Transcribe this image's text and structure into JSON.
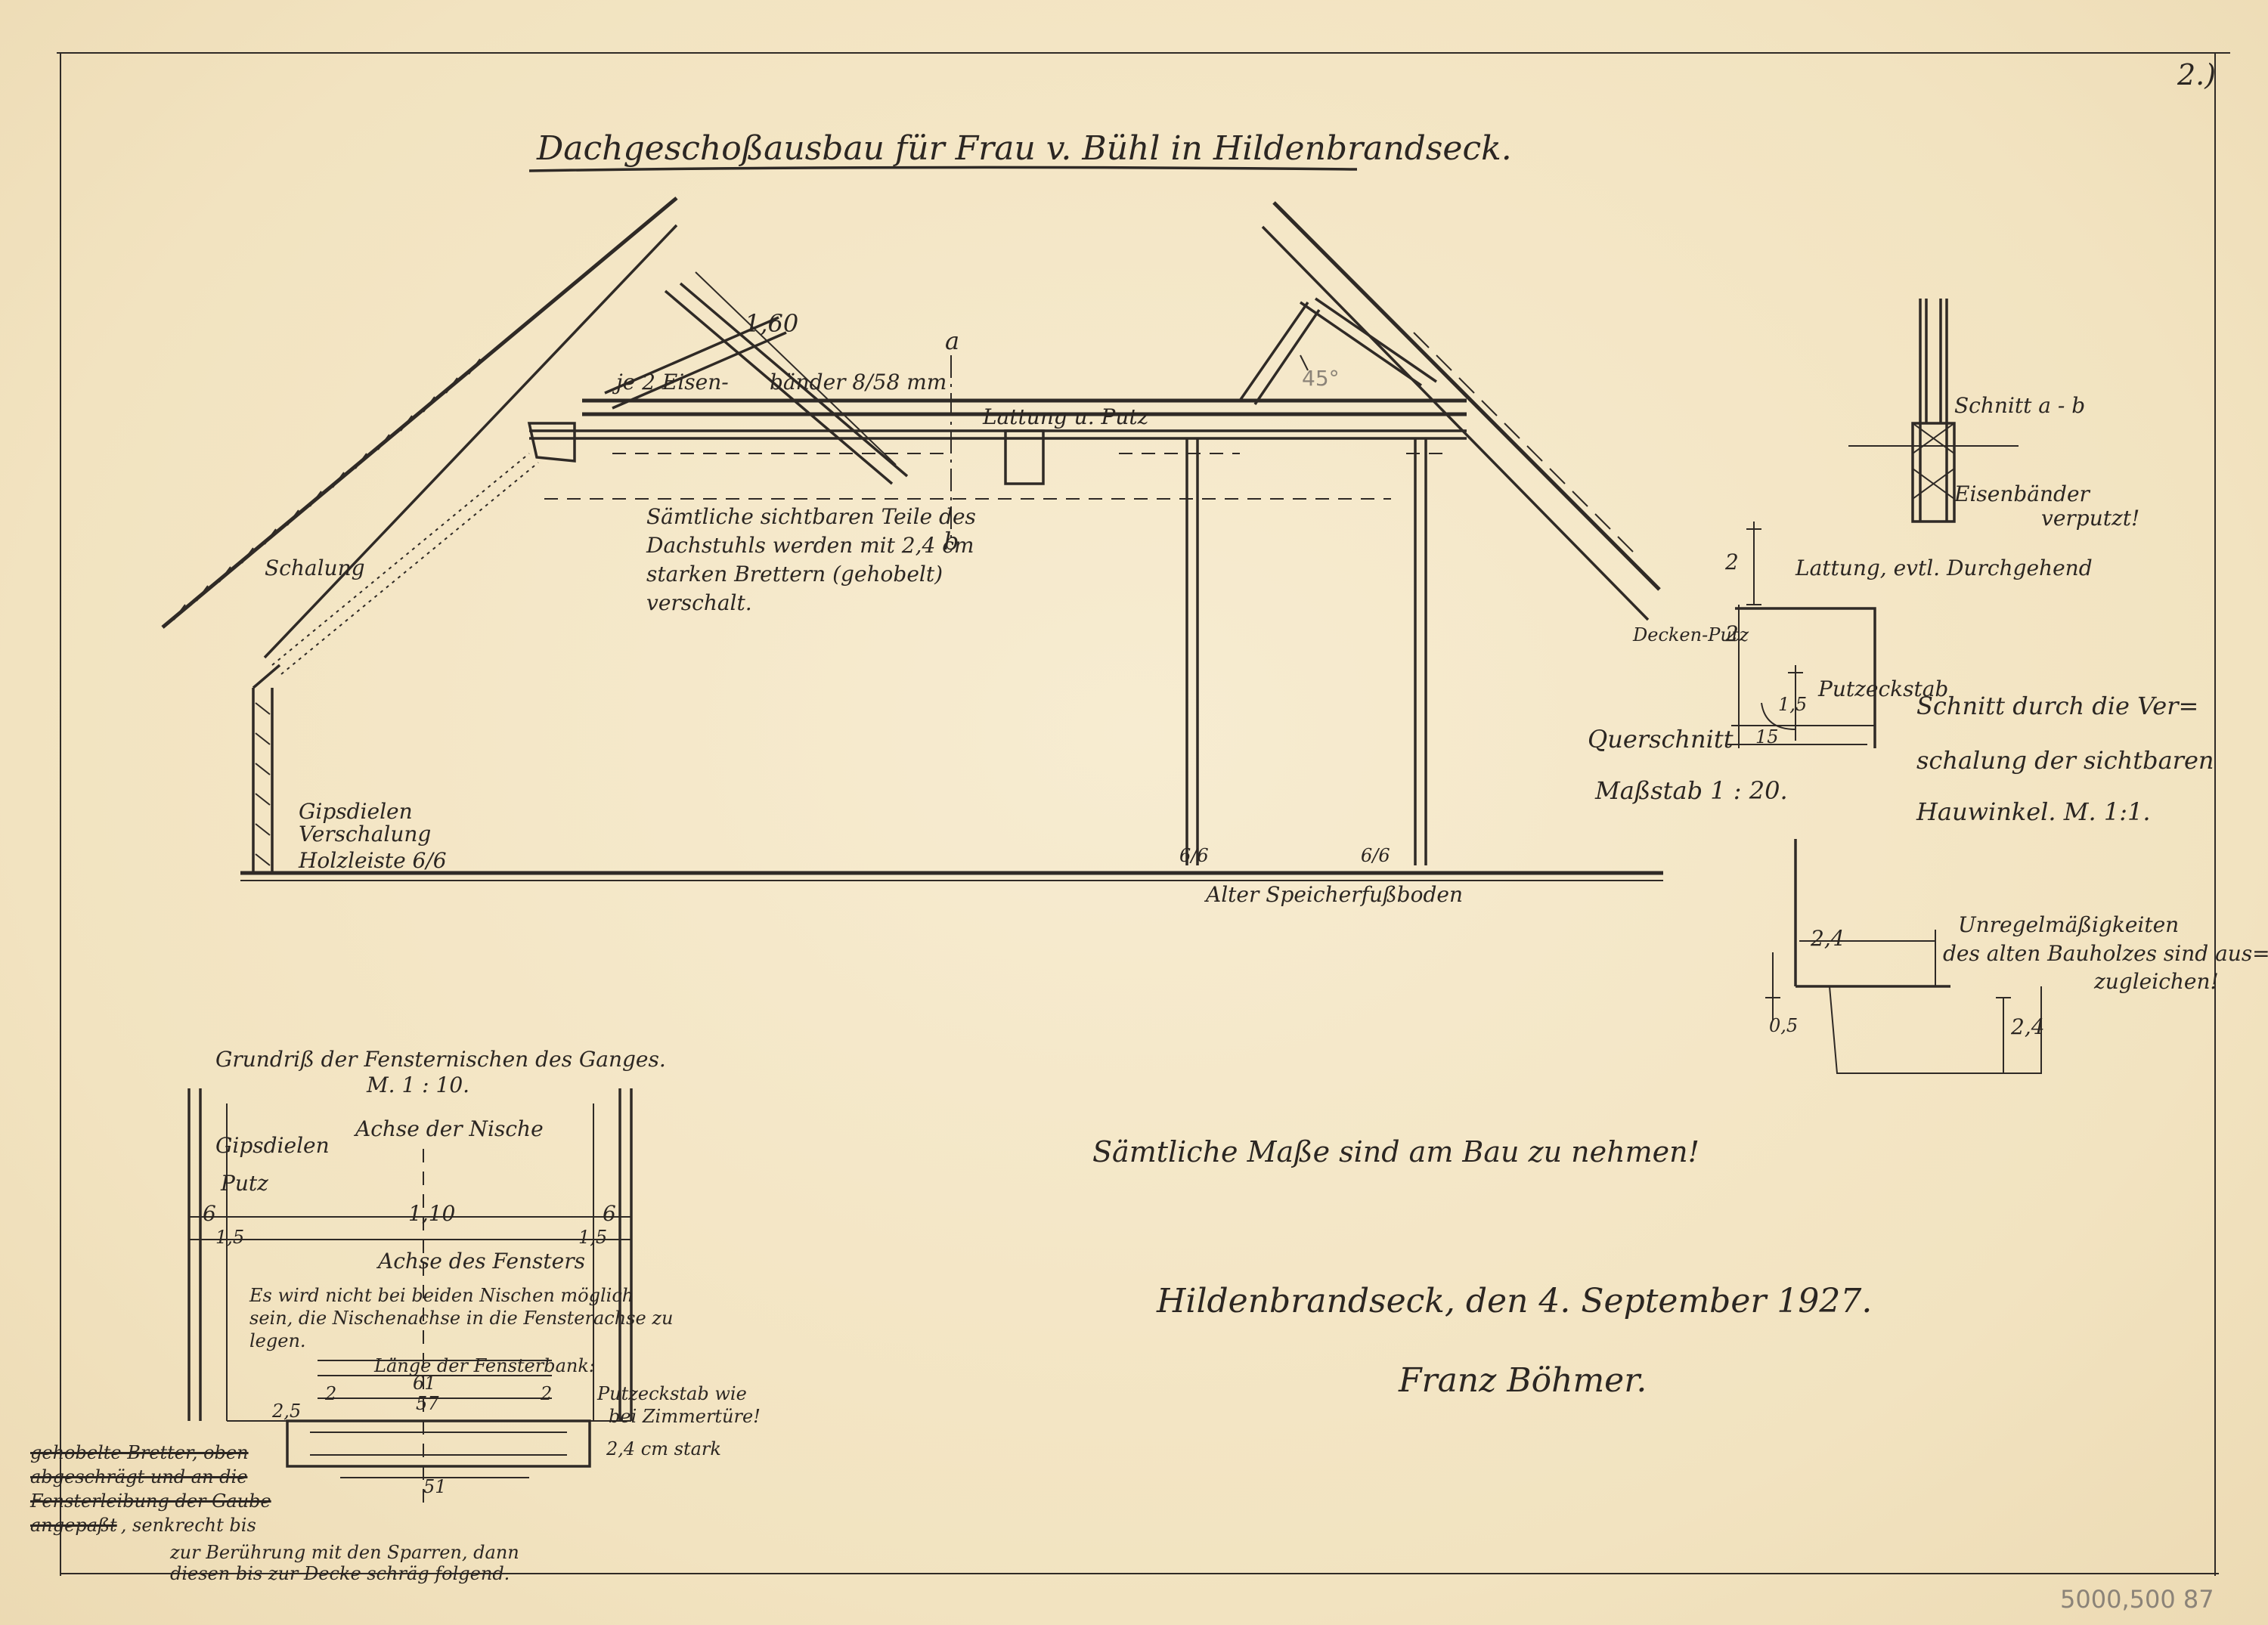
{
  "sheet_number": "2.)",
  "title": "Dachgeschoßausbau für Frau v. Bühl in Hildenbrandseck.",
  "section": {
    "dim_160": "1,60",
    "tie_note_a": "je 2 Eisen-",
    "tie_note_b": "bänder 8/58 mm",
    "axis_a": "a",
    "axis_b": "b",
    "angle": "45°",
    "ceiling_note": "Lattung u. Putz",
    "visible_parts_note": [
      "Sämtliche sichtbaren Teile des",
      "Dachstuhls werden mit 2,4 cm",
      "starken Brettern (gehobelt)",
      "verschalt."
    ],
    "left_roof_label": "Schalung",
    "wall_labels": [
      "Gipsdielen",
      "Verschalung",
      "Holzleiste 6/6"
    ],
    "post_label_1": "6/6",
    "post_label_2": "6/6",
    "floor_label": "Alter Speicherfußboden"
  },
  "detail_ab": {
    "title": "Schnitt a - b",
    "note": [
      "Eisenbänder",
      "verputzt!"
    ]
  },
  "detail_trim": {
    "dim_2_top": "2",
    "dim_2_mid": "2",
    "lattung": "Lattung, evtl. Durchgehend",
    "decken_putz": "Decken-Putz",
    "putzeckstab": "Putzeckstab",
    "dim_15a": "1,5",
    "dim_15": "15",
    "querschnitt": "Querschnitt",
    "massstab": "Maßstab 1 : 20.",
    "schnitt_title": [
      "Schnitt durch die Ver=",
      "schalung der sichtbaren",
      "Hauwinkel. M. 1:1."
    ]
  },
  "detail_lower": {
    "dim_24": "2,4",
    "dim_24v": "2,4",
    "dim_05": "0,5",
    "note": [
      "Unregelmäßigkeiten",
      "des alten Bauholzes sind aus=",
      "zugleichen!"
    ]
  },
  "plan": {
    "title": "Grundriß der Fensternischen des Ganges.",
    "scale": "M. 1 : 10.",
    "axis_niche": "Achse der Nische",
    "gipsdielen": "Gipsdielen",
    "putz": "Putz",
    "dim_6_left": "6",
    "dim_110": "1,10",
    "dim_6_right": "6",
    "dim_15_left": "1,5",
    "dim_15_right": "1,5",
    "axis_window": "Achse des Fensters",
    "note": [
      "Es wird nicht bei beiden Nischen möglich",
      "sein, die Nischenachse in die Fensterachse zu",
      "legen."
    ],
    "sill_length": "Länge der Fensterbank:",
    "dim_61": "61",
    "dim_57": "57",
    "dim_2l": "2",
    "dim_2r": "2",
    "dim_2_5": "2,5",
    "putzeckstab_note": [
      "Putzeckstab wie",
      "bei Zimmertüre!"
    ],
    "thickness": "2,4 cm stark",
    "dim_51": "51",
    "left_note_struck": [
      "gehobelte Bretter, oben",
      "abgeschrägt und an die",
      "Fensterleibung der Gaube",
      "angepaßt"
    ],
    "left_note_rest": [
      ", senkrecht bis",
      "zur Berührung mit den Sparren, dann",
      "diesen bis zur Decke schräg folgend."
    ]
  },
  "general_note": "Sämtliche Maße sind am Bau zu nehmen!",
  "place_date": "Hildenbrandseck, den 4. September 1927.",
  "signature": "Franz Böhmer.",
  "archive_number": "5000,500 87"
}
